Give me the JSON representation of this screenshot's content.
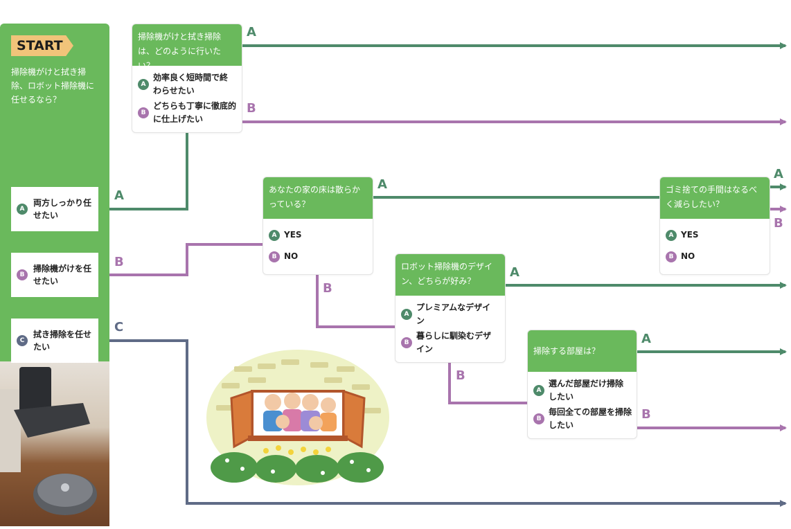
{
  "start": {
    "badge": "START",
    "question": "掃除機がけと拭き掃除、ロボット掃除機に任せるなら？",
    "options": [
      {
        "badge": "A",
        "label": "両方しっかり任せたい"
      },
      {
        "badge": "B",
        "label": "掃除機がけを任せたい"
      },
      {
        "badge": "C",
        "label": "拭き掃除を任せたい"
      }
    ]
  },
  "q1": {
    "question": "掃除機がけと拭き掃除は、どのように行いたい？",
    "options": [
      {
        "badge": "A",
        "label": "効率良く短時間で終わらせたい"
      },
      {
        "badge": "B",
        "label": "どちらも丁寧に徹底的に仕上げたい"
      }
    ]
  },
  "q2": {
    "question": "あなたの家の床は散らかっている？",
    "options": [
      {
        "badge": "A",
        "label": "YES"
      },
      {
        "badge": "B",
        "label": "NO"
      }
    ]
  },
  "q3": {
    "question": "ゴミ捨ての手間はなるべく減らしたい？",
    "options": [
      {
        "badge": "A",
        "label": "YES"
      },
      {
        "badge": "B",
        "label": "NO"
      }
    ]
  },
  "q4": {
    "question": "ロボット掃除機のデザイン、どちらが好み？",
    "options": [
      {
        "badge": "A",
        "label": "プレミアムなデザイン"
      },
      {
        "badge": "B",
        "label": "暮らしに馴染むデザイン"
      }
    ]
  },
  "q5": {
    "question": "掃除する部屋は？",
    "options": [
      {
        "badge": "A",
        "label": "選んだ部屋だけ掃除したい"
      },
      {
        "badge": "B",
        "label": "毎回全ての部屋を掃除したい"
      }
    ]
  },
  "branch_labels": {
    "a": "A",
    "b": "B",
    "c": "C"
  },
  "colors": {
    "green": "#6ab95c",
    "a_line": "#4e8a6a",
    "b_line": "#a874ad",
    "c_line": "#5f6b86",
    "start_badge": "#f1c47a"
  }
}
